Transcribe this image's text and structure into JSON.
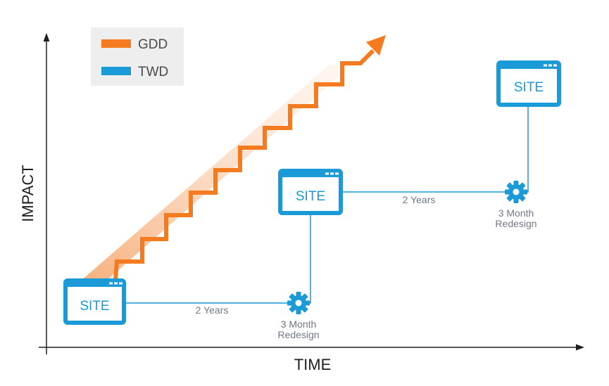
{
  "legend": {
    "items": [
      {
        "label": "GDD",
        "color": "#f47b20"
      },
      {
        "label": "TWD",
        "color": "#1a9ad6"
      }
    ]
  },
  "axes": {
    "x_label": "TIME",
    "y_label": "IMPACT"
  },
  "sites": [
    {
      "label": "SITE"
    },
    {
      "label": "SITE"
    },
    {
      "label": "SITE"
    }
  ],
  "durations": [
    {
      "label": "2 Years"
    },
    {
      "label": "2 Years"
    }
  ],
  "redesigns": [
    {
      "line1": "3 Month",
      "line2": "Redesign",
      "icon": "gear-icon"
    },
    {
      "line1": "3 Month",
      "line2": "Redesign",
      "icon": "gear-icon"
    }
  ],
  "colors": {
    "gdd_orange": "#f47b20",
    "gdd_glow": "#fbd7bd",
    "twd_blue": "#1a9ad6",
    "axis": "#1e1e1e",
    "legend_bg": "#eeeeee",
    "note_gray": "#707886"
  }
}
